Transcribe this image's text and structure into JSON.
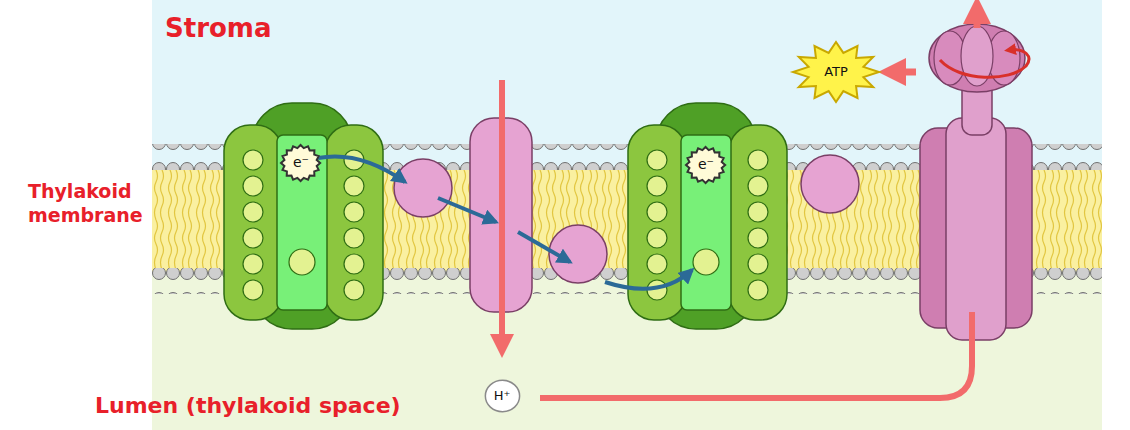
{
  "diagram": {
    "nodes": [
      {
        "text": [
          "e⁻"
        ]
      },
      {
        "text": [
          "e⁻"
        ]
      },
      {
        "text": [
          "ATP"
        ]
      },
      {
        "text": [
          "H⁺"
        ]
      }
    ],
    "labels": [
      "Stroma",
      "Thylakoid membrane",
      "Lumen (thylakoid space)"
    ]
  }
}
